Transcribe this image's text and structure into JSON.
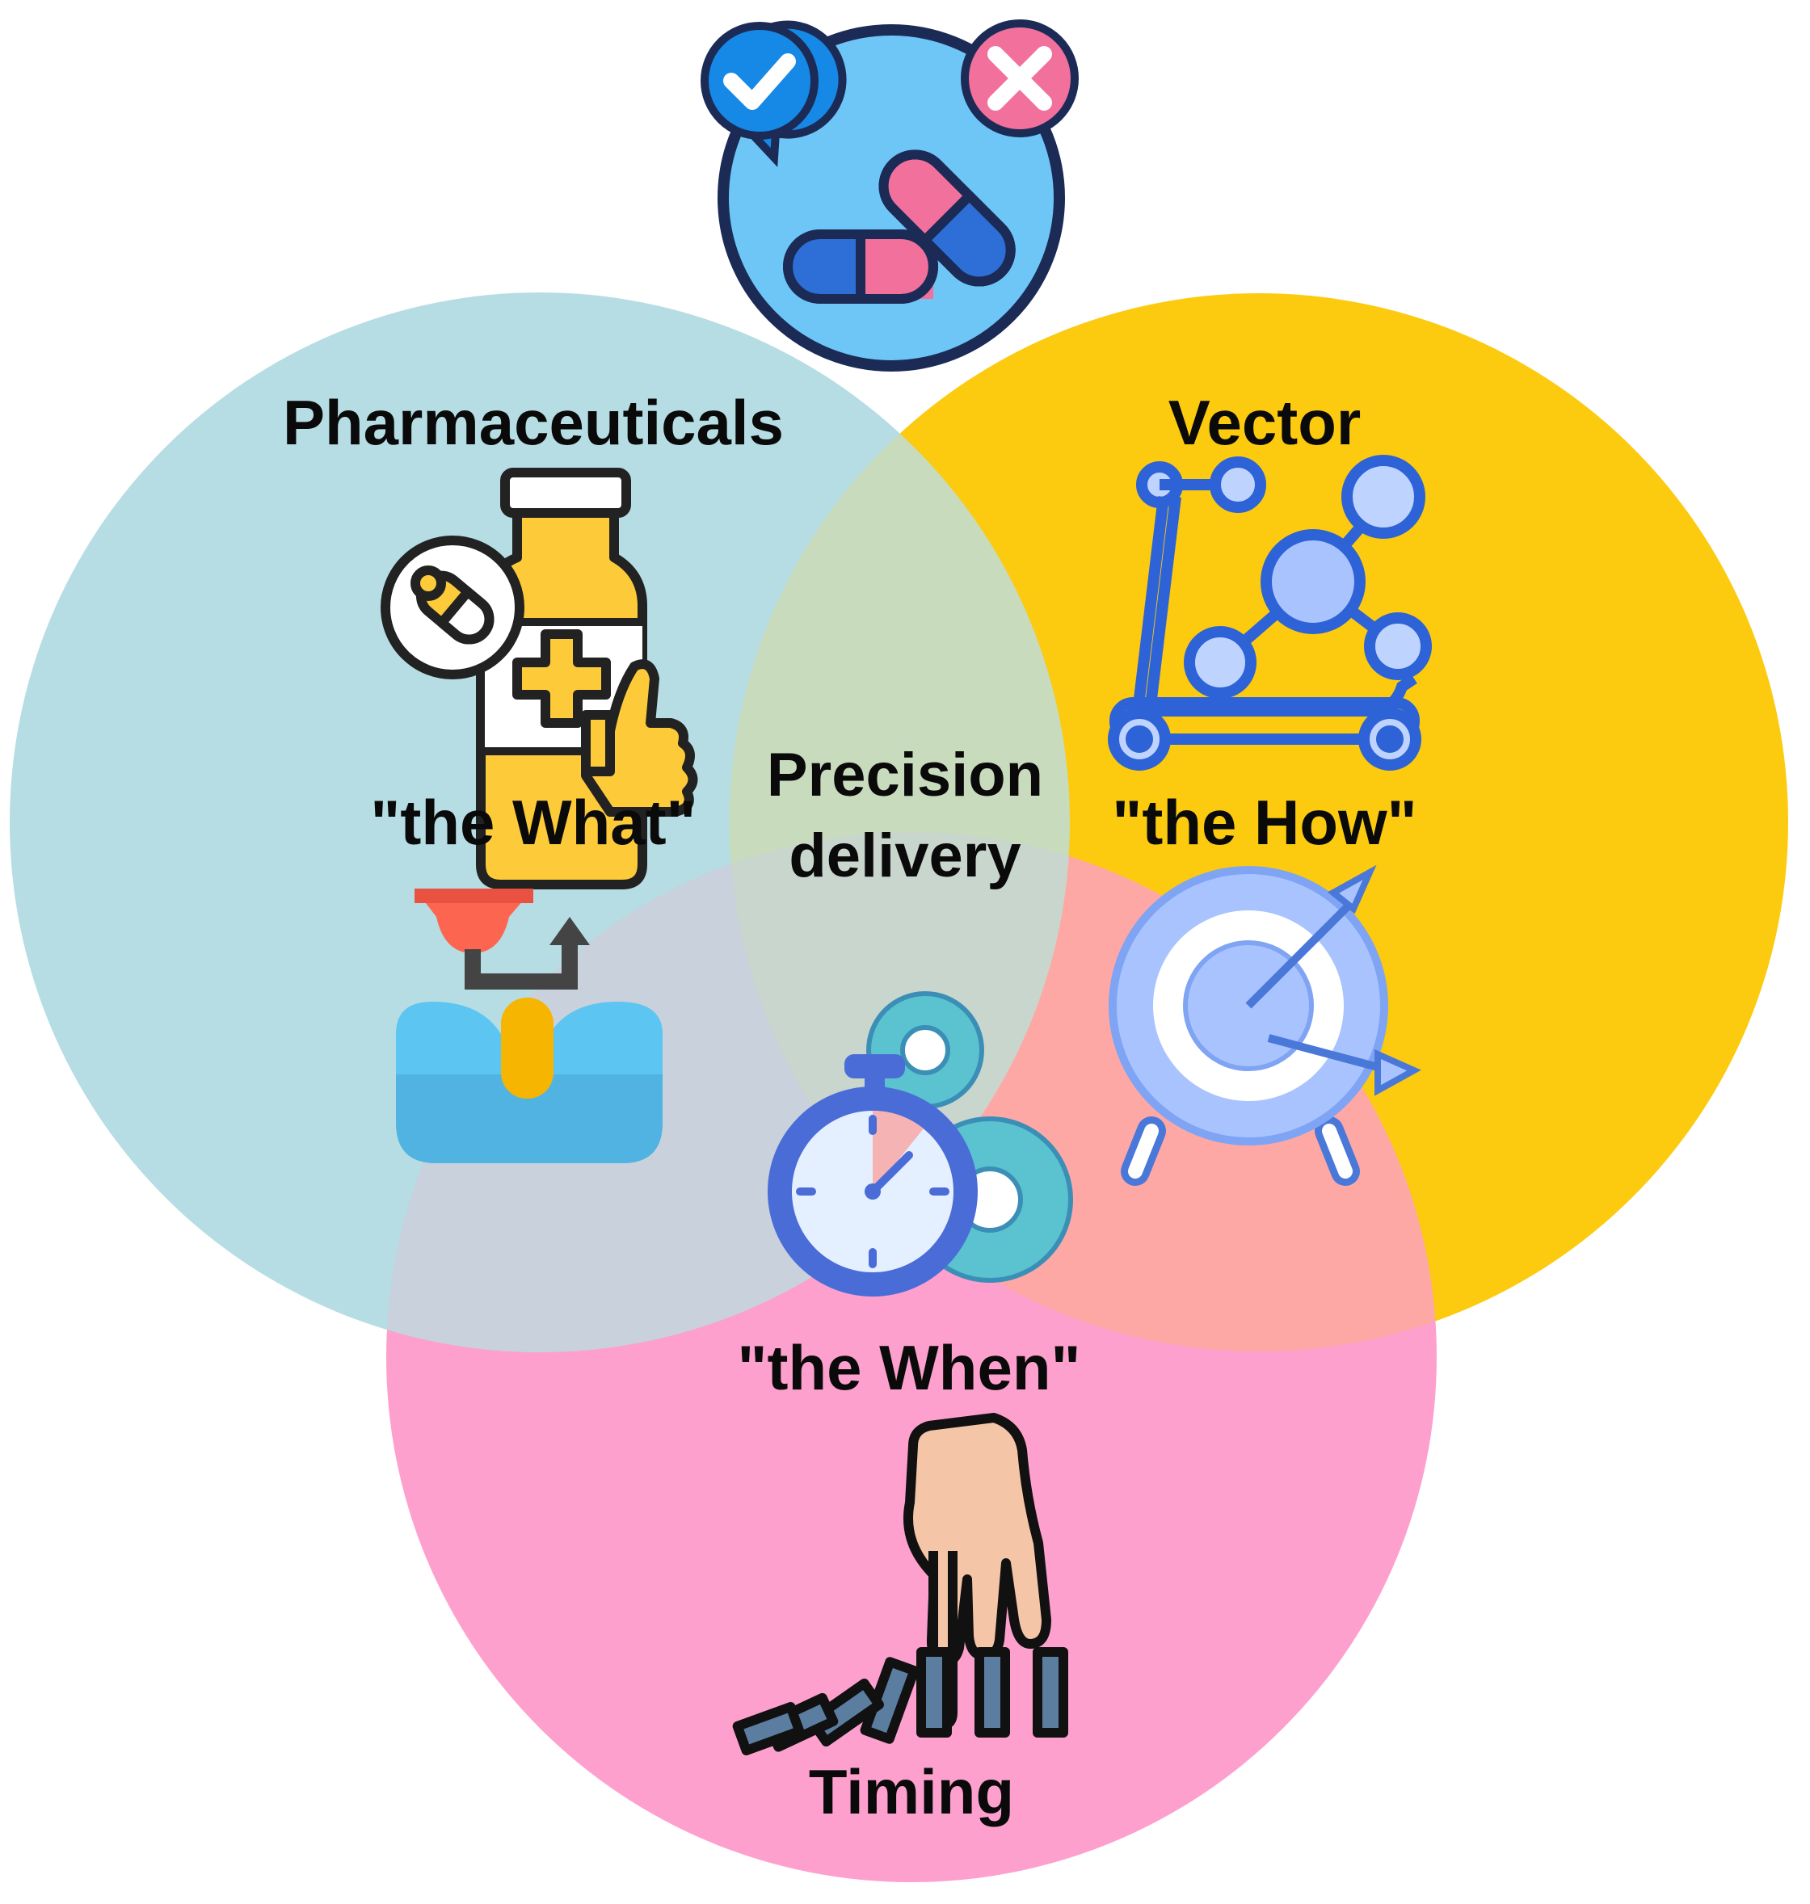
{
  "circles": {
    "pharmaceuticals": {
      "label": "Pharmaceuticals",
      "sublabel": "\"the What\"",
      "color": "#b6dde4"
    },
    "vector": {
      "label": "Vector",
      "sublabel": "\"the How\"",
      "color": "#fcca0f"
    },
    "timing": {
      "label": "Timing",
      "sublabel": "\"the When\"",
      "color": "#fda0cd"
    }
  },
  "center": {
    "line1": "Precision",
    "line2": "delivery"
  },
  "icons": {
    "top": "pill-choice-icon",
    "pharmaceuticals": "medicine-bottle-thumbs-up-icon",
    "release": "tablet-release-icon",
    "vector": "scooter-molecule-icon",
    "target": "target-arrows-icon",
    "center": "stopwatch-gears-icon",
    "timing": "hand-dominoes-icon"
  },
  "colors": {
    "overlap_ph_vec": "#c8dbbd",
    "overlap_ph_tim": "#c9d1dd",
    "overlap_vec_tim": "#fea8a6",
    "overlap_all": "#c9d6cd",
    "icon_blue": "#4a78d8",
    "icon_light_blue": "#a9c3ff",
    "icon_pink": "#f07aa0",
    "icon_yellow": "#fdca3a"
  }
}
